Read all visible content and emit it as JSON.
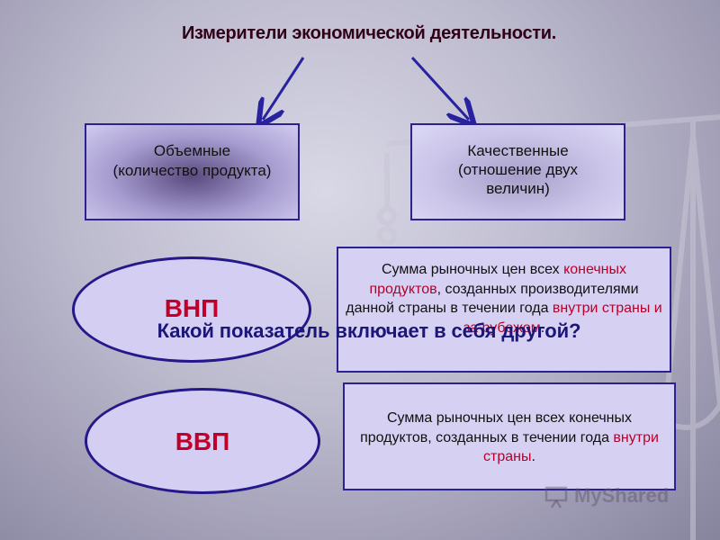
{
  "title": "Измерители экономической деятельности.",
  "categories": {
    "volume": {
      "line1": "Объемные",
      "line2": "(количество продукта)"
    },
    "quality": {
      "line1": "Качественные",
      "line2": "(отношение двух",
      "line3": "величин)"
    }
  },
  "indicators": {
    "gnp": {
      "label": "ВНП",
      "definition_part1": "Сумма рыночных цен всех ",
      "definition_red1": "конечных продуктов",
      "definition_part2": ", созданных производителями данной страны в течении года ",
      "definition_red2": "внутри страны и за рубежом",
      "definition_end": "."
    },
    "gdp": {
      "label": "ВВП",
      "definition_part1": "Сумма рыночных цен всех конечных продуктов, созданных  в течении года ",
      "definition_red1": "внутри страны",
      "definition_end": "."
    }
  },
  "question": "Какой показатель включает в себя другой?",
  "watermark": "MyShared",
  "colors": {
    "accent_red": "#b8002a",
    "box_border": "#2b2290",
    "question_blue": "#1b1677"
  }
}
